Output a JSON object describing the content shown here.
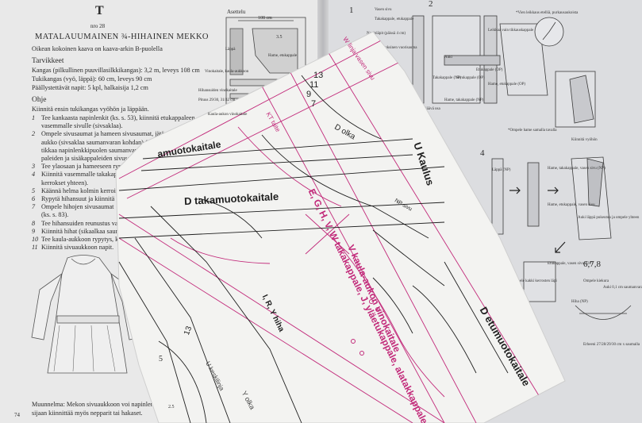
{
  "book": {
    "left_page": {
      "letter": "T",
      "nro": "nro 28",
      "title": "MATALAUUMAINEN ¾-HIHAINEN MEKKO",
      "intro": "Oikean kokoinen kaava on kaava-arkin B-puolella",
      "supplies_heading": "Tarvikkeet",
      "supplies": [
        "Kangas (pilkullinen puuvillasilkkikangas): 3,2 m, leveys 108 cm",
        "Tukikangas (vyö, läppä): 60 cm, leveys 90 cm",
        "Päällystettävät napit: 5 kpl, halkaisija 1,2 cm"
      ],
      "instructions_heading": "Ohje",
      "instructions_intro": "Kiinnitä ensin tukikangas vyöhön ja läppään.",
      "steps": [
        {
          "n": "1",
          "text": "Tee kankaasta napinlenkit (ks. s. 53), kiinnitä etukappaleen"
        },
        {
          "n": "",
          "text": "vasemmalle sivulle (sivsaklaa)."
        },
        {
          "n": "2",
          "text": "Ompele sivusaumat ja hameen sivusaumat, jätä vasempaan reunaan"
        },
        {
          "n": "",
          "text": "aukko (sivsaklaa saumanvaran kohdan) (vasen, käännä etukappaleen puolelle"
        },
        {
          "n": "",
          "text": "tikkaa napinlenkkipuolen saumanvarat kiinni. Ompele vyön pää"
        },
        {
          "n": "",
          "text": "paleiden ja sisäkappaleiden sivusaumat yhteen."
        },
        {
          "n": "3",
          "text": "Tee ylaosaan ja hameeseen rypytys, kiinnitä vinok"
        },
        {
          "n": "4",
          "text": "Kiinnitä vasemmalle takakappaleen sivuun a"
        },
        {
          "n": "",
          "text": "kerrokset yhteen)."
        },
        {
          "n": "5",
          "text": "Käännä helma kolmin kerroin ja"
        },
        {
          "n": "6",
          "text": "Rypytä hihansuut ja kiinnitä"
        },
        {
          "n": "7",
          "text": "Ompele hihojen sivusaumat"
        },
        {
          "n": "",
          "text": "(ks. s. 83)."
        },
        {
          "n": "8",
          "text": "Tee hihansuiden reunustus valmiiksi"
        },
        {
          "n": "9",
          "text": "Kiinnitä hihat (sikaalkaa saumanv"
        },
        {
          "n": "10",
          "text": "Tee kaula-aukkoon rypytys, kiinnitä"
        },
        {
          "n": "11",
          "text": "Kiinnitä sivuaukkoon napit."
        }
      ],
      "variation": [
        "Muunnelma: Mekon sivuaukkoon voi napinlenkkien",
        "sijaan kiinnittää myös nepparit tai hakaset."
      ],
      "page_number": "74",
      "diagram_labels": {
        "layout_heading": "Asettelu",
        "width": "108 cm",
        "hame": "Hame, etukappale",
        "lappa": "Läppä",
        "vino": "Vinokaitale, kaula-aukkoon",
        "hihan": "Hihansuiden vinokaitale",
        "hinta": "Pituus 29/30, 31/32 cm",
        "kaula": "Kaula-aukon vinokaitale",
        "dim1": "3.5",
        "dim2": "2.5",
        "dim3": "5",
        "step5": "5"
      }
    },
    "right_page": {
      "step_numbers": [
        "1",
        "2",
        "4",
        "6,7,8"
      ],
      "labels": [
        "Vasen sivu",
        "Takakappale, etukappale",
        "Napinläpit (päissä 4 cm)",
        "Kolmiokerroksinen vuorisauma",
        "Sivukappale",
        "Etukappale",
        "Auki",
        "Takakappale (NP)",
        "Sivukappale (OP)",
        "Etukappale (OP)",
        "Hame, takakappale (NP)",
        "Hame, etukappale (OP)",
        "Leikkaa vain tikkauskappale",
        "Auki jäävä osa",
        "Läppä (NP)",
        "Hame, takakappale, vasen sivu (NP)",
        "Hame, etukappale, vasen sivu",
        "Kiinnitä vyöhön",
        "Auki läppä pukeutuu ja ompele yhteen",
        "Ompele kiekura",
        "Etukappale, vasen sivu (OP)",
        "Hiha (NP)",
        "Auki 0,1 cm saumanvarauksesta",
        "Erheeni 27/28/29/30 cm x saumalla",
        "*Vien leikkaus etelliä, purkausaukoista",
        "*Ompele hame samalla tavalla",
        "Ompele kakki kerrosten läpi"
      ]
    }
  },
  "pattern_sheet": {
    "labels": {
      "d_takamuoto": "D takamuotokaitale",
      "takamuoto_top": "amuotokaitale",
      "u_kaulus": "U Kaulus",
      "v_kaula": "V kaula-aukon vinokaitale",
      "egh": "E, G, H, V, W takakappale, J, yläetukappale, alatakkappale",
      "ir": "I, R, Y hiha",
      "d_etumuoto": "D etumuotokaitale",
      "d_olka": "D olka",
      "y_olka": "Y olka",
      "sizes": [
        "13",
        "11",
        "9",
        "7"
      ],
      "kt": "KT taite",
      "np_sivu": "NP sivu",
      "w_aukko": "W linja vasen sivu",
      "u_kesk": "U keskilinja",
      "small_13": "13"
    },
    "colors": {
      "magenta": "#c22a7a",
      "ink": "#1f1f1f",
      "paper": "#f3f3f1",
      "book_page": "#e9e9e9"
    }
  }
}
